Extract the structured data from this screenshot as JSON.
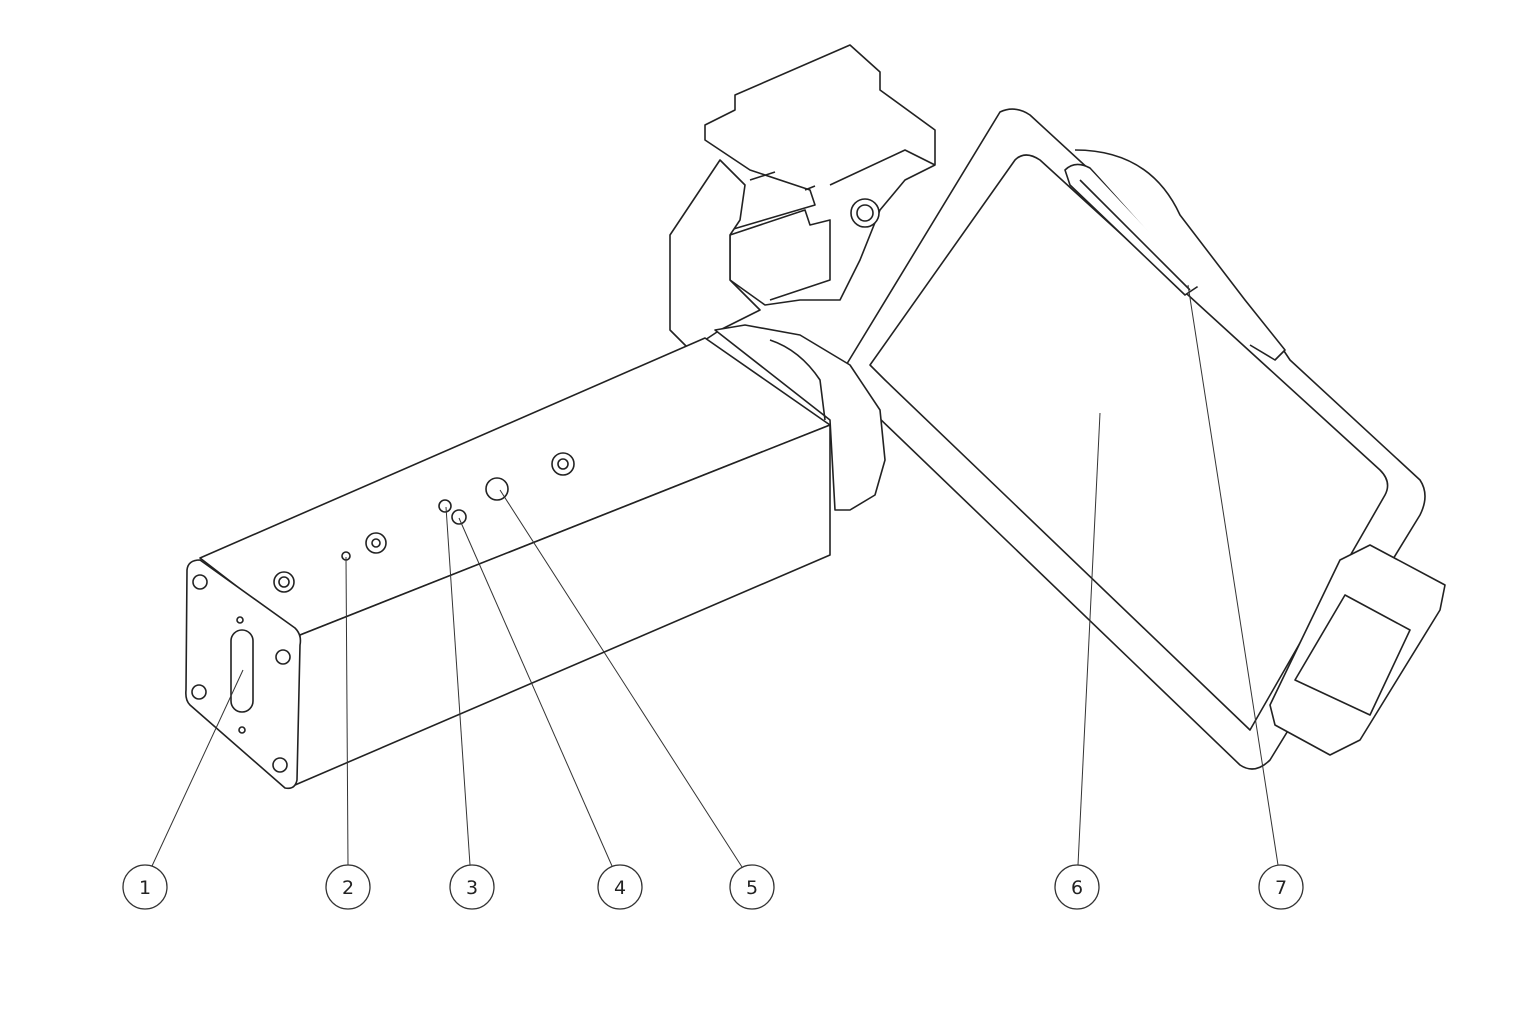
{
  "diagram": {
    "callouts": [
      {
        "label": "1",
        "target": "front-plate-slot"
      },
      {
        "label": "2",
        "target": "small-hole"
      },
      {
        "label": "3",
        "target": "port-a"
      },
      {
        "label": "4",
        "target": "port-b"
      },
      {
        "label": "5",
        "target": "large-port"
      },
      {
        "label": "6",
        "target": "display-screen"
      },
      {
        "label": "7",
        "target": "side-slot"
      }
    ],
    "colors": {
      "line": "#222222",
      "background": "#ffffff"
    }
  }
}
